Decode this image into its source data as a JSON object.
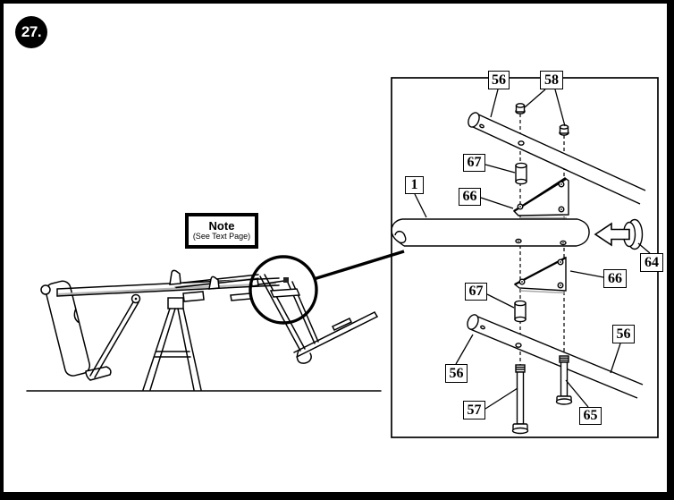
{
  "page": {
    "figure_number": "27.",
    "note": {
      "title": "Note",
      "subtitle": "(See Text Page)"
    }
  },
  "callouts": {
    "main_tube": "1",
    "upper_tube": "56",
    "lower_tube_left": "56",
    "lower_tube_right": "56",
    "long_bolt": "57",
    "nuts": "58",
    "end_cap": "64",
    "short_bolt": "65",
    "bracket_upper": "66",
    "bracket_lower": "66",
    "spacer_upper": "67",
    "spacer_lower": "67"
  },
  "colors": {
    "line": "#000000",
    "paper": "#ffffff",
    "badge_fill": "#000000",
    "badge_text": "#ffffff"
  }
}
